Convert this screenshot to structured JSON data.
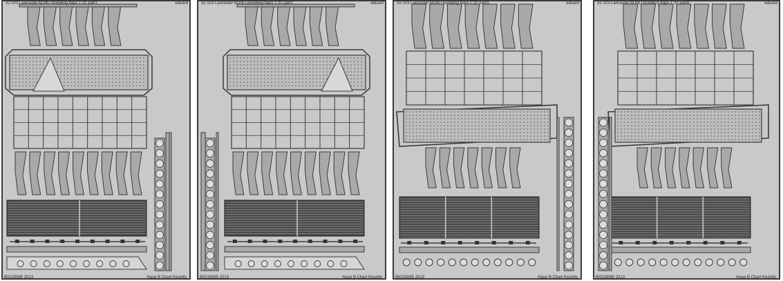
{
  "frets": [
    {
      "header": "32 /2/3 Lancaster M.Pb.I bombing flaps  1:32  part1",
      "brand": "eduard",
      "footer_code": "BIG33085 2013",
      "footer_credit": "Hase B Chart Kesinfo",
      "variant": "a"
    },
    {
      "header": "32 /2/3 Lancaster M.Pb.I bombing flaps  1:32  part2",
      "brand": "eduard",
      "footer_code": "BIG33085 2013",
      "footer_credit": "Hase B Chart Kesinfo",
      "variant": "b"
    },
    {
      "header": "32 /2/3 Lancaster M.Pb.I bombing flaps  1:32  part3",
      "brand": "eduard",
      "footer_code": "BIG33085 2013",
      "footer_credit": "Hase B Chart Kesinfo",
      "variant": "c"
    },
    {
      "header": "32 /2/3 Lancaster M.Pb.I bombing flaps  1:32  part4",
      "brand": "eduard",
      "footer_code": "BIG33085 2013",
      "footer_credit": "Hase B Chart Kesinfo",
      "variant": "d"
    }
  ],
  "colors": {
    "frame_fill": "#c9c9c9",
    "part_fill": "#a9a9a9",
    "part_stroke": "#3a3a3a",
    "dark_panel": "#4a4a4a"
  }
}
